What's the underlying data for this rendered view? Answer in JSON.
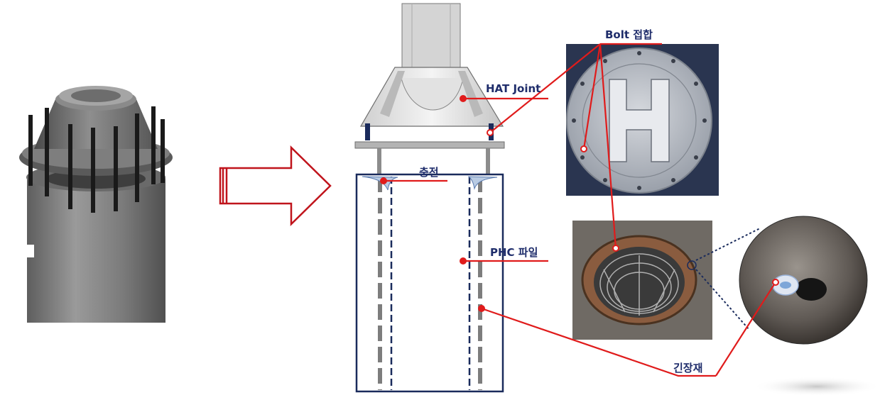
{
  "labels": {
    "bolt": "Bolt 접합",
    "hat": "HAT Joint",
    "fill": "충전",
    "phc": "PHC 파일",
    "tendon": "긴장재"
  },
  "colors": {
    "leader": "#e01b1b",
    "arrow": "#c0141c",
    "label_text": "#1f2d6b",
    "pile_outline": "#1a2b5c",
    "steel_gray": "#8c8c8c",
    "photo_dark": "#2a3550"
  },
  "icons": [
    "hollow-arrow-icon"
  ]
}
